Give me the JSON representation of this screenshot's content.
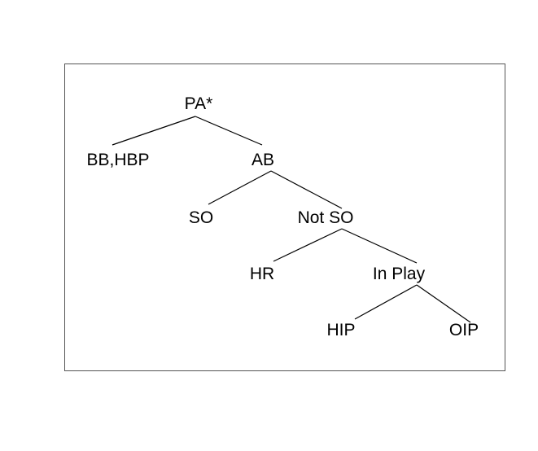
{
  "diagram": {
    "type": "tree",
    "colors": {
      "line": "#000000",
      "frame": "#555555",
      "background": "#ffffff"
    },
    "nodes": {
      "pa": "PA*",
      "bb_hbp": "BB,HBP",
      "ab": "AB",
      "so": "SO",
      "not_so": "Not SO",
      "hr": "HR",
      "in_play": "In Play",
      "hip": "HIP",
      "oip": "OIP"
    },
    "edges": [
      [
        "pa",
        "bb_hbp"
      ],
      [
        "pa",
        "ab"
      ],
      [
        "ab",
        "so"
      ],
      [
        "ab",
        "not_so"
      ],
      [
        "not_so",
        "hr"
      ],
      [
        "not_so",
        "in_play"
      ],
      [
        "in_play",
        "hip"
      ],
      [
        "in_play",
        "oip"
      ]
    ]
  }
}
